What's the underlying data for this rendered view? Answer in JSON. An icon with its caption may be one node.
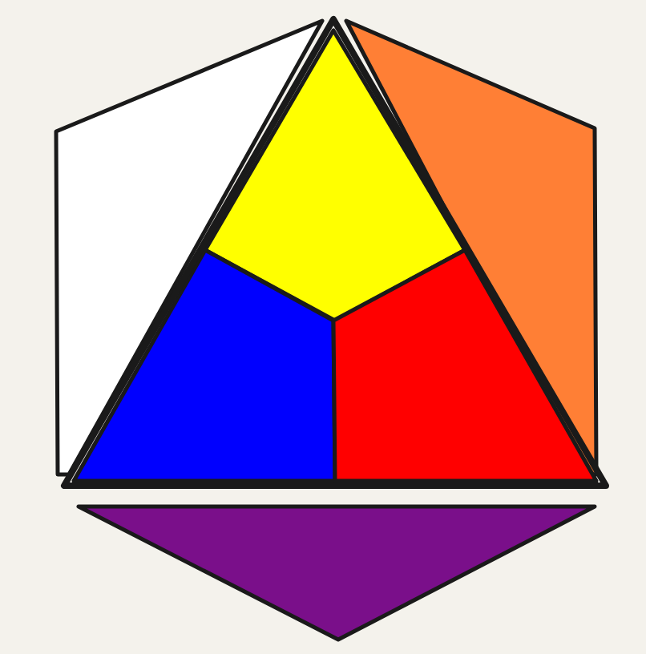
{
  "diagram": {
    "nodes": [
      {
        "text": [],
        "shape": "trapezoid"
      },
      {
        "text": [],
        "shape": "kite"
      },
      {
        "text": [],
        "shape": "trapezoid"
      },
      {
        "text": [],
        "shape": "quadrilateral"
      },
      {
        "text": [],
        "shape": "quadrilateral"
      },
      {
        "text": [],
        "shape": "triangle"
      }
    ]
  }
}
